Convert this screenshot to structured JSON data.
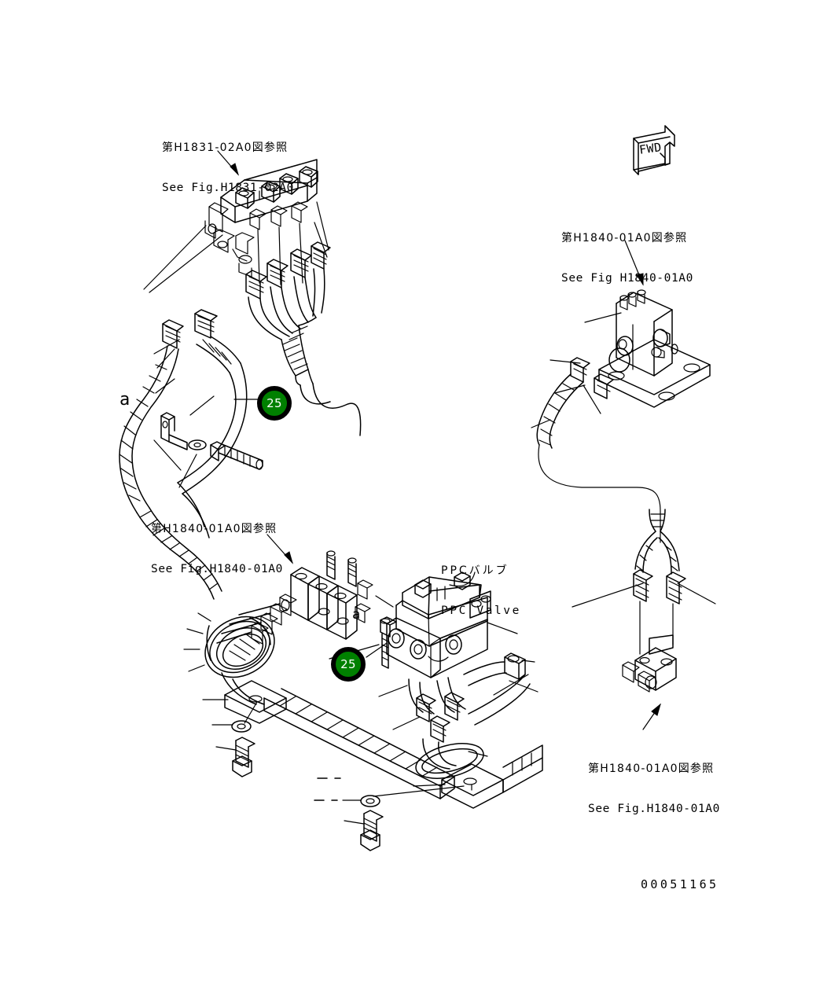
{
  "diagram": {
    "drawing_number": "00051165",
    "orientation_marker": {
      "label": "FWD",
      "icon": "fwd-arrow-sign"
    },
    "callouts": [
      {
        "number": "25",
        "id": "callout-25-upper"
      },
      {
        "number": "25",
        "id": "callout-25-lower"
      }
    ],
    "detail_letters": [
      {
        "letter": "a",
        "id": "detail-letter-a-left"
      },
      {
        "letter": "a",
        "id": "detail-letter-a-center"
      }
    ],
    "references": [
      {
        "id": "ref-h1831-02a0",
        "jp": "第H1831-02A0図参照",
        "en": "See Fig.H1831-02A0"
      },
      {
        "id": "ref-h1840-01a0-top-right",
        "jp": "第H1840-01A0図参照",
        "en": "See Fig H1840-01A0"
      },
      {
        "id": "ref-h1840-01a0-left",
        "jp": "第H1840-01A0図参照",
        "en": "See Fig.H1840-01A0"
      },
      {
        "id": "ref-h1840-01a0-bottom-right",
        "jp": "第H1840-01A0図参照",
        "en": "See Fig.H1840-01A0"
      }
    ],
    "component_labels": [
      {
        "id": "label-ppc-valve",
        "jp": "PPCバルブ",
        "en": "PPC Valve"
      }
    ],
    "colors": {
      "callout_fill": "#008000",
      "callout_ring": "#000000",
      "callout_text": "#ffffff",
      "line": "#000000",
      "background": "#ffffff"
    }
  }
}
